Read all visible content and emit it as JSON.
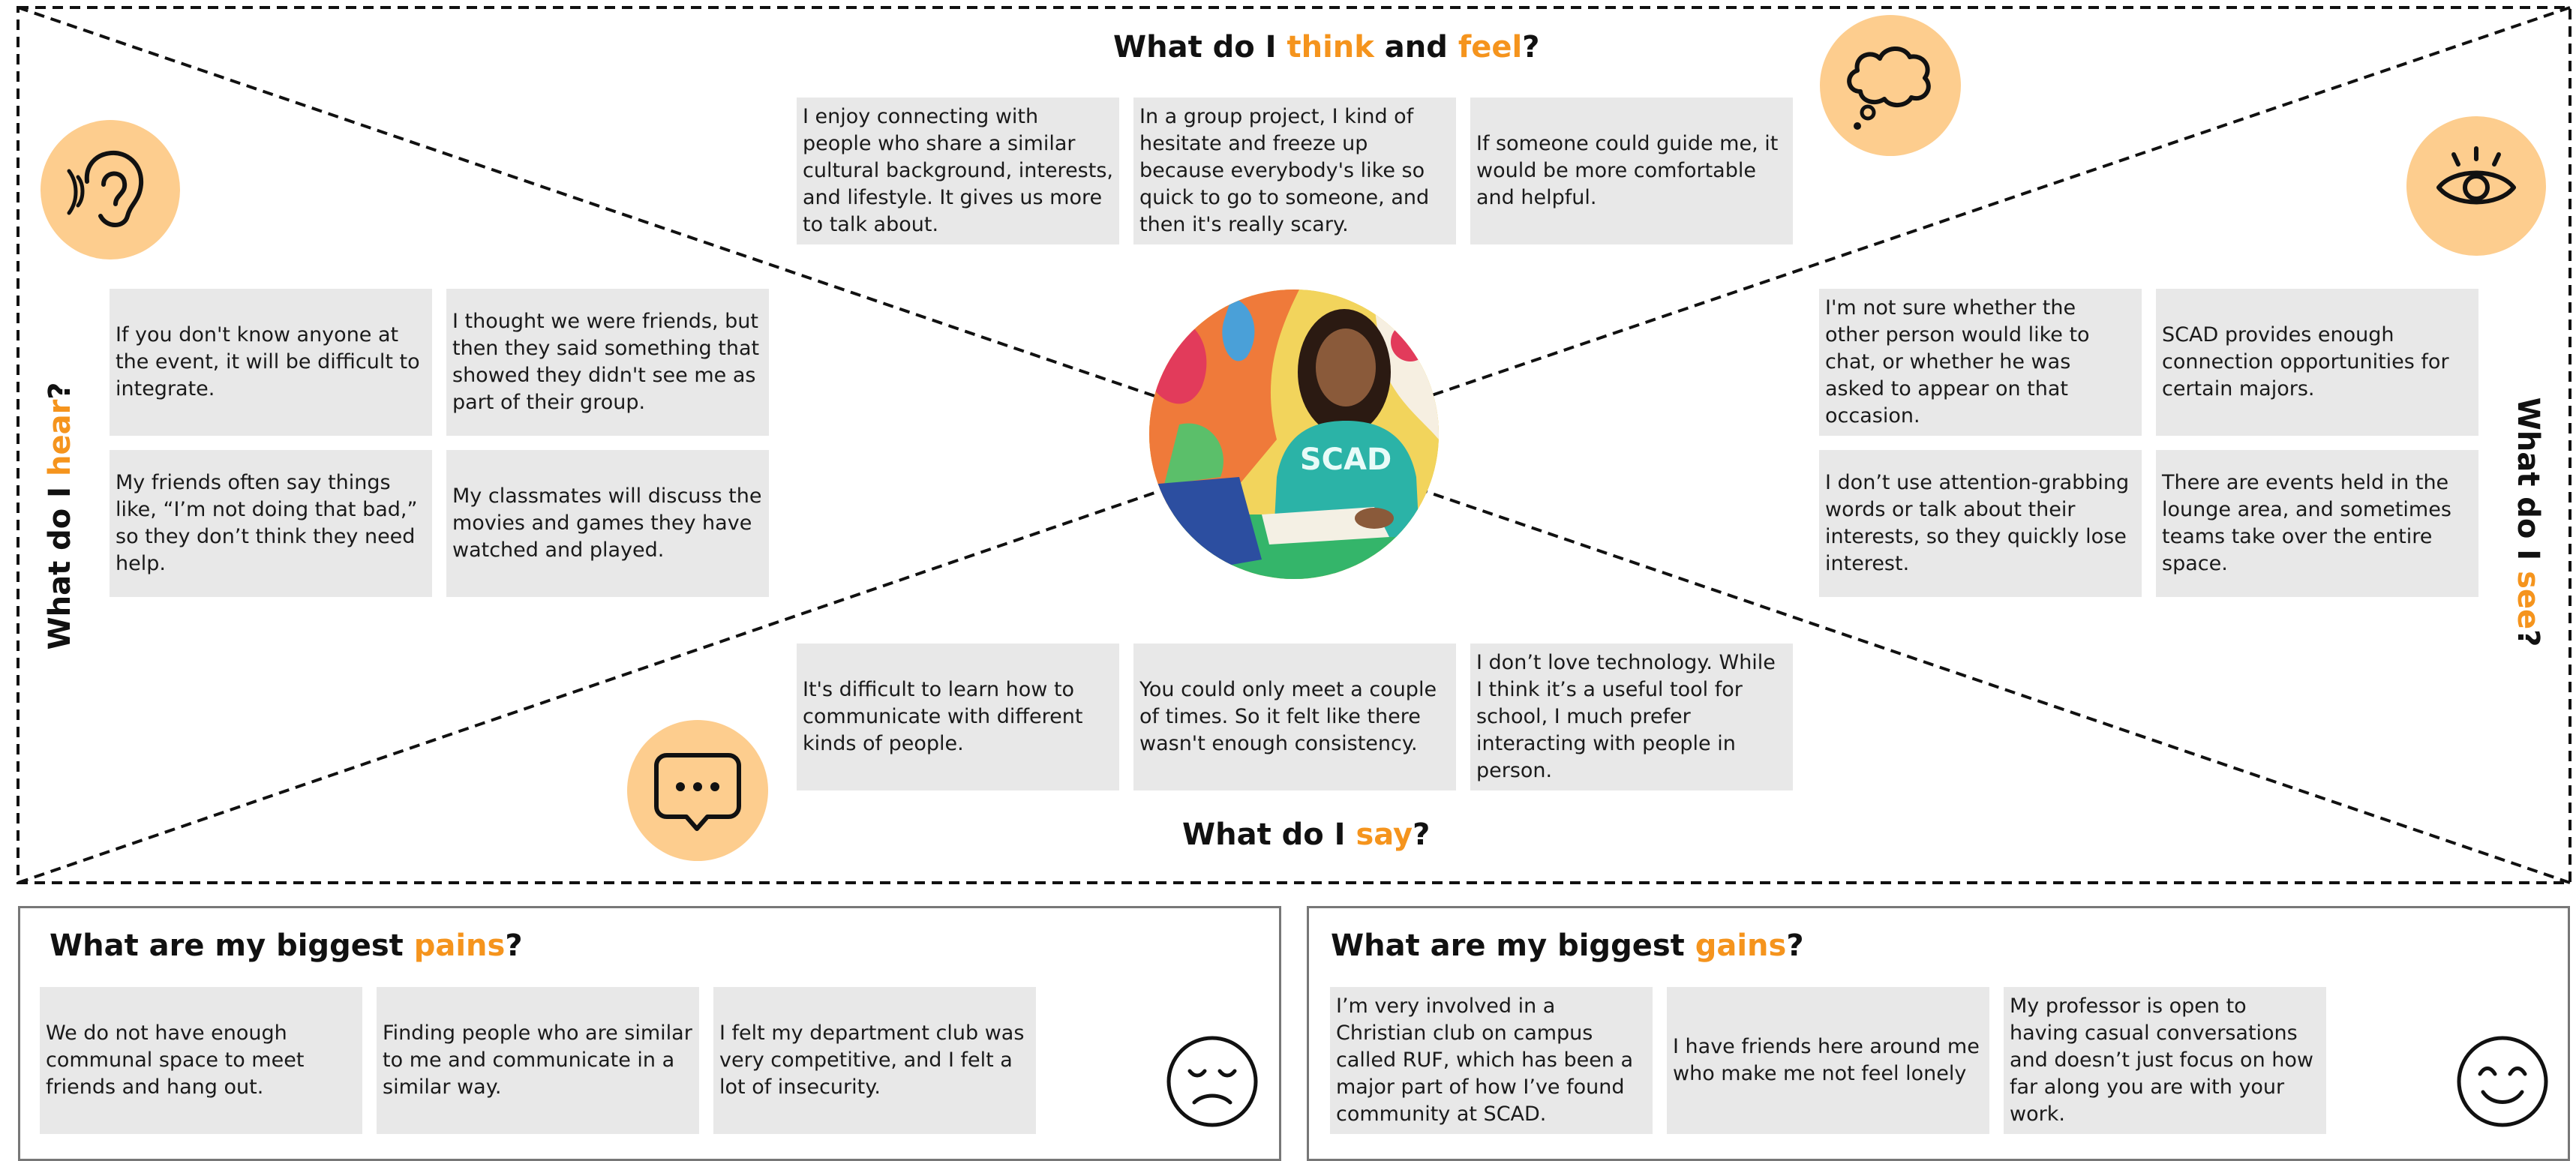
{
  "colors": {
    "accent": "#f5941d",
    "icon_bg": "#fdcd8e",
    "card_bg": "#e8e8e8"
  },
  "think_feel": {
    "heading": {
      "pre": "What do I ",
      "a": "think",
      "mid": " and ",
      "b": "feel",
      "post": "?"
    },
    "icon": "thought-bubble-icon",
    "cards": [
      "I enjoy connecting with people who share a similar cultural background, interests, and lifestyle. It gives us more to talk about.",
      "In a group project, I kind of hesitate and freeze up because everybody's like so quick to go to someone, and then it's really scary.",
      "If someone could guide me, it would be more comfortable and helpful."
    ]
  },
  "hear": {
    "heading": {
      "pre": "What do I ",
      "a": "hear",
      "post": "?"
    },
    "icon": "ear-icon",
    "cards": [
      "If you don't know anyone at the event, it will be difficult to integrate.",
      "I thought we were friends, but then they said something that showed they didn't see me as part of their group.",
      "My friends often say things like, “I’m not doing that bad,” so they don’t think they need help.",
      "My classmates will discuss the movies and games they have watched and played."
    ]
  },
  "see": {
    "heading": {
      "pre": "What do I ",
      "a": "see",
      "post": "?"
    },
    "icon": "eye-icon",
    "cards": [
      "I'm not sure whether the other person would like to chat, or whether he was asked to appear on that occasion.",
      "SCAD provides enough connection opportunities for certain majors.",
      "I don’t use attention-grabbing words or talk about their interests, so they quickly lose interest.",
      "There are events held in the lounge area, and sometimes teams take over the entire space."
    ]
  },
  "say": {
    "heading": {
      "pre": "What do I ",
      "a": "say",
      "post": "?"
    },
    "icon": "speech-bubble-icon",
    "cards": [
      "It's difficult to learn how to communicate with different kinds of people.",
      "You could only meet a couple of times. So it felt like there wasn't enough consistency.",
      "I don’t love technology. While I think it’s a useful tool for school, I much prefer interacting with people in person."
    ]
  },
  "persona": {
    "shirt_text": "SCAD"
  },
  "pains": {
    "heading": {
      "pre": "What are my biggest ",
      "a": "pains",
      "post": "?"
    },
    "icon": "sad-face-icon",
    "cards": [
      "We do not have enough communal space to meet friends and hang out.",
      "Finding people who are similar to me and communicate in a similar way.",
      "I felt my department club was very competitive, and I felt a lot of insecurity."
    ]
  },
  "gains": {
    "heading": {
      "pre": "What are my biggest ",
      "a": "gains",
      "post": "?"
    },
    "icon": "happy-face-icon",
    "cards": [
      "I’m very involved in a Christian club on campus called RUF, which has been a major part of how I’ve found community at SCAD.",
      "I have friends here around me who make me not feel lonely",
      "My professor is open to having casual conversations and doesn’t just focus on how far along you are with your work."
    ]
  }
}
